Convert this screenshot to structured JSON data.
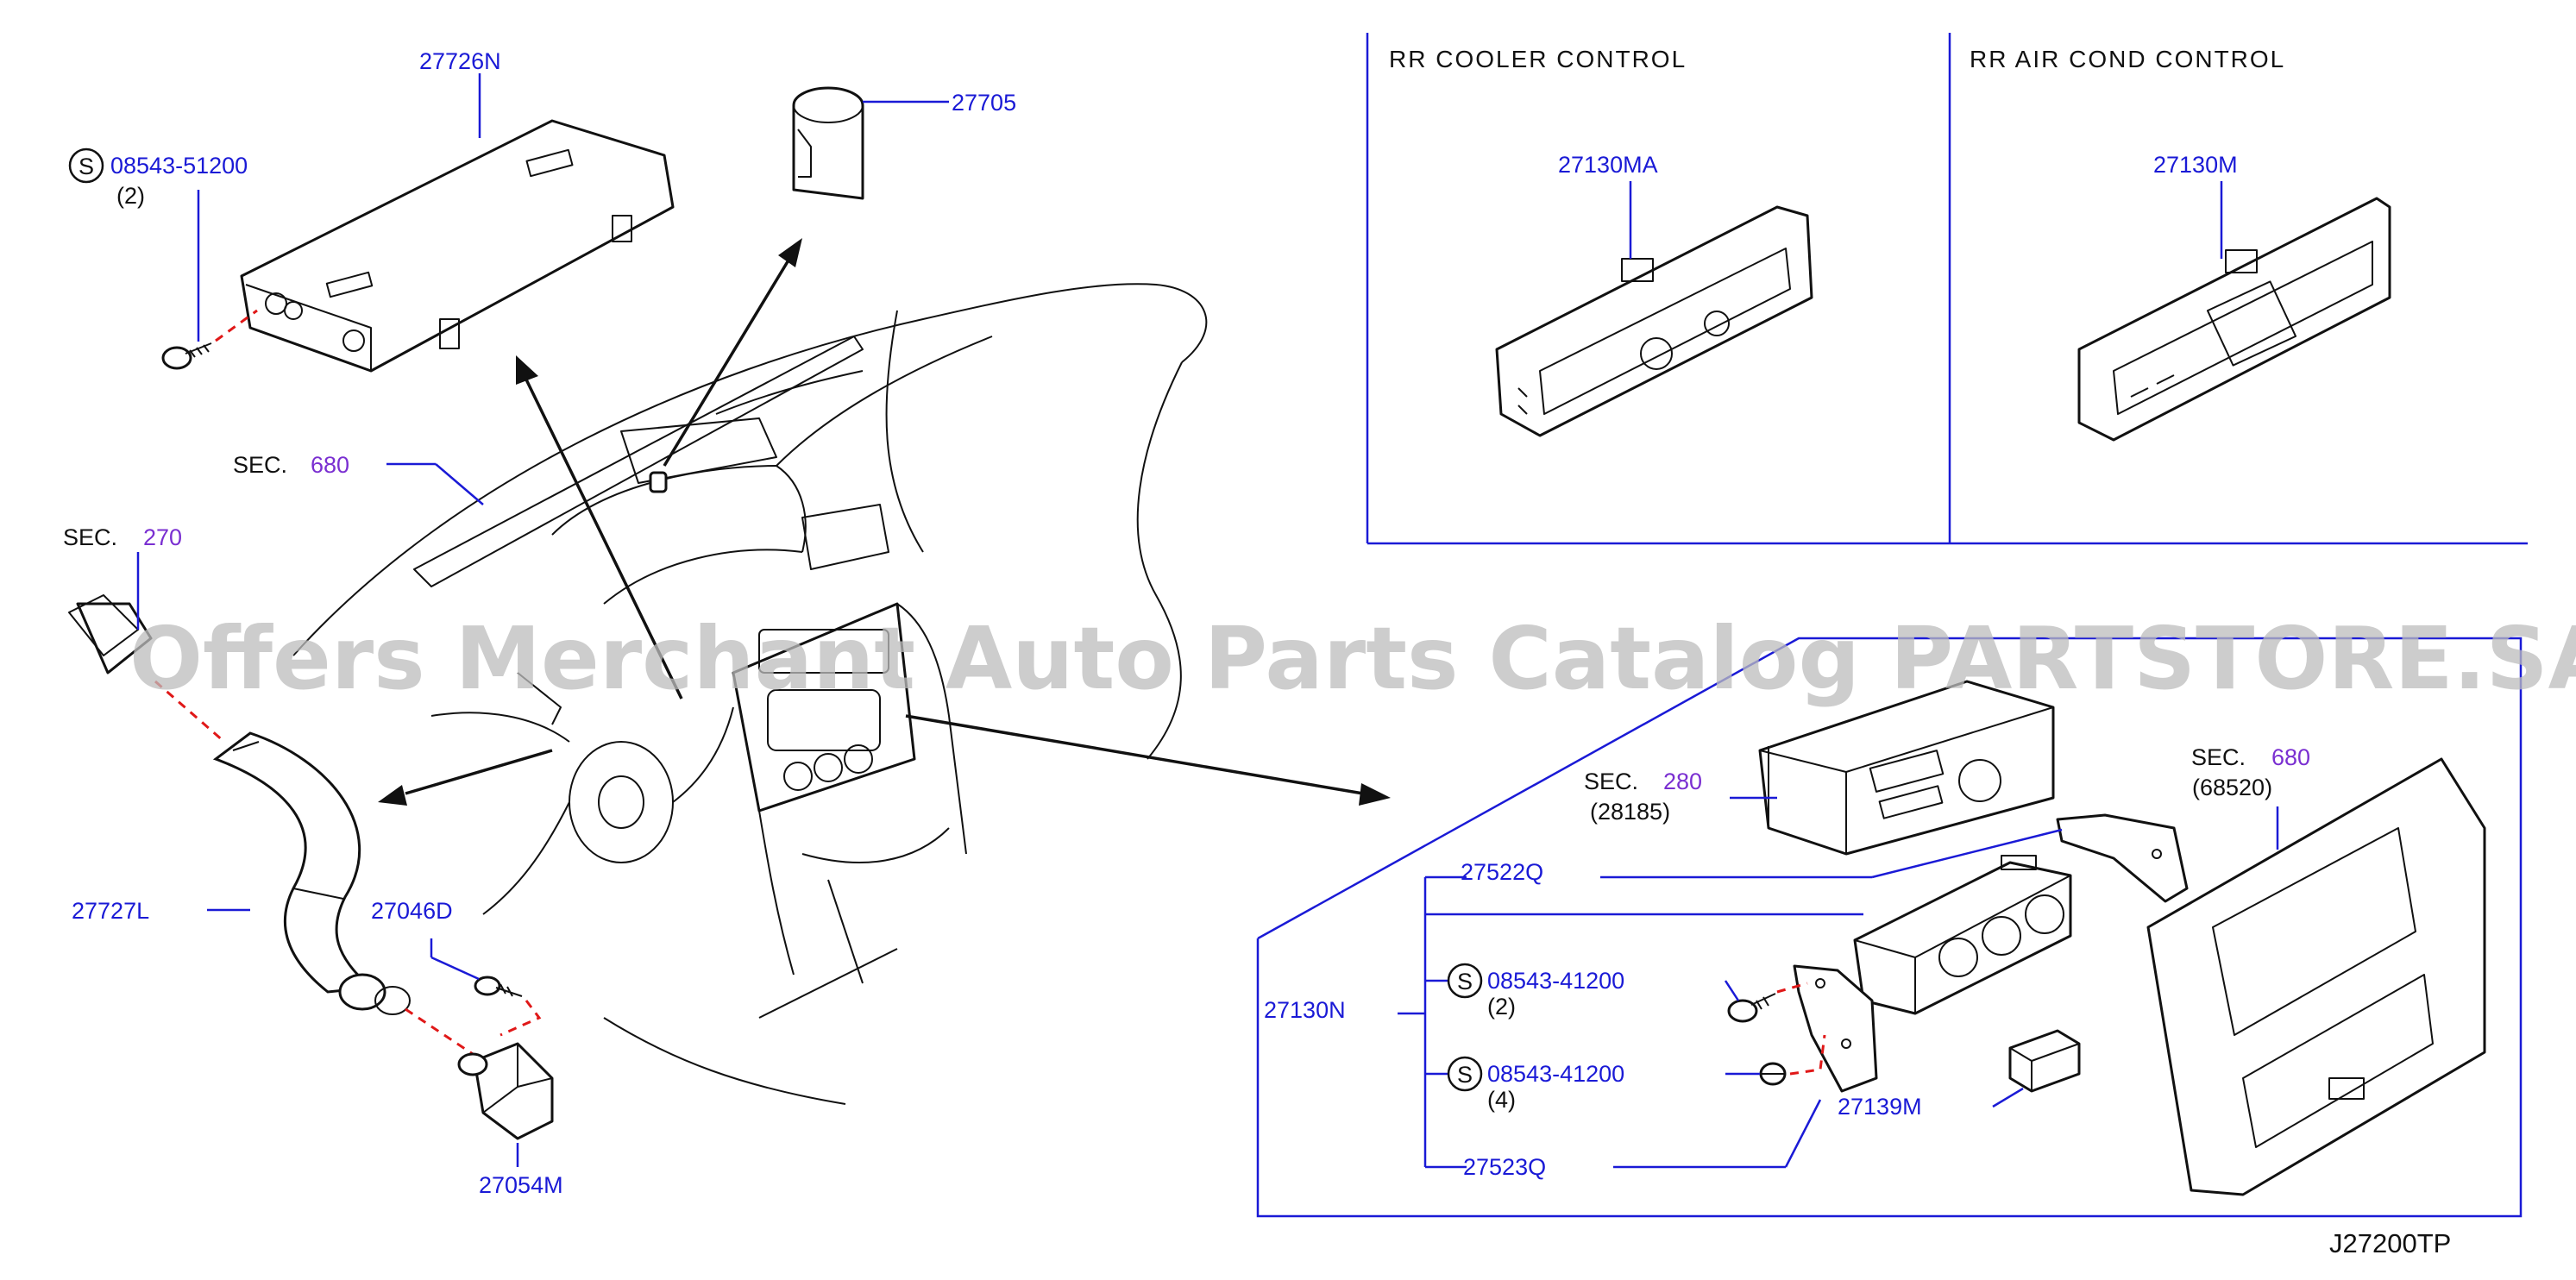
{
  "labels": {
    "p27726n": "27726N",
    "p27705": "27705",
    "bolt1_code": "08543-51200",
    "bolt1_qty": "(2)",
    "sec680_top_label": "SEC.",
    "sec680_top_num": "680",
    "sec270_label": "SEC.",
    "sec270_num": "270",
    "p27727l": "27727L",
    "p27046d": "27046D",
    "p27054m": "27054M",
    "p27130ma": "27130MA",
    "p27130m": "27130M",
    "sec280_label": "SEC.",
    "sec280_num": "280",
    "sec280_sub": "(28185)",
    "sec680_right_label": "SEC.",
    "sec680_right_num": "680",
    "sec680_right_sub": "(68520)",
    "p27522q": "27522Q",
    "p27130n": "27130N",
    "bolt2_code": "08543-41200",
    "bolt2_qty": "(2)",
    "bolt3_code": "08543-41200",
    "bolt3_qty": "(4)",
    "p27523q": "27523Q",
    "p27139m": "27139M",
    "s_symbol": "S"
  },
  "panels": {
    "rr_cooler": "RR  COOLER  CONTROL",
    "rr_aircond": "RR  AIR  COND  CONTROL"
  },
  "diagram_code": "J27200TP",
  "watermark": "Offers Merchant Auto Parts Catalog PARTSTORE.SA",
  "colors": {
    "part_number": "#1a1ad6",
    "section_number": "#7a2fd1",
    "leader": "#1a1ad6",
    "dashed_guide": "#e01818"
  }
}
